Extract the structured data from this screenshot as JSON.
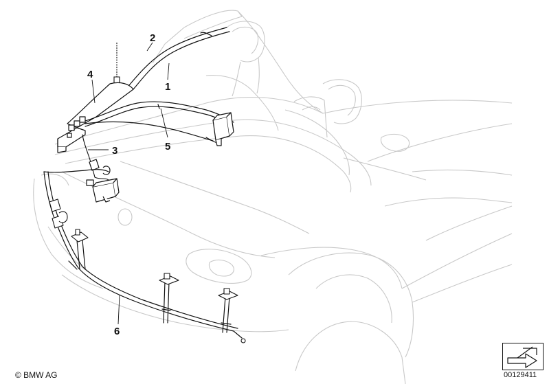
{
  "diagram": {
    "callouts": [
      {
        "id": "1",
        "label": "1"
      },
      {
        "id": "2",
        "label": "2"
      },
      {
        "id": "3",
        "label": "3"
      },
      {
        "id": "4",
        "label": "4"
      },
      {
        "id": "5",
        "label": "5"
      },
      {
        "id": "6",
        "label": "6"
      }
    ]
  },
  "footer": {
    "copyright": "© BMW AG",
    "document_number": "00129411"
  },
  "icons": {
    "nav_arrow": "forward-arrow-icon"
  }
}
